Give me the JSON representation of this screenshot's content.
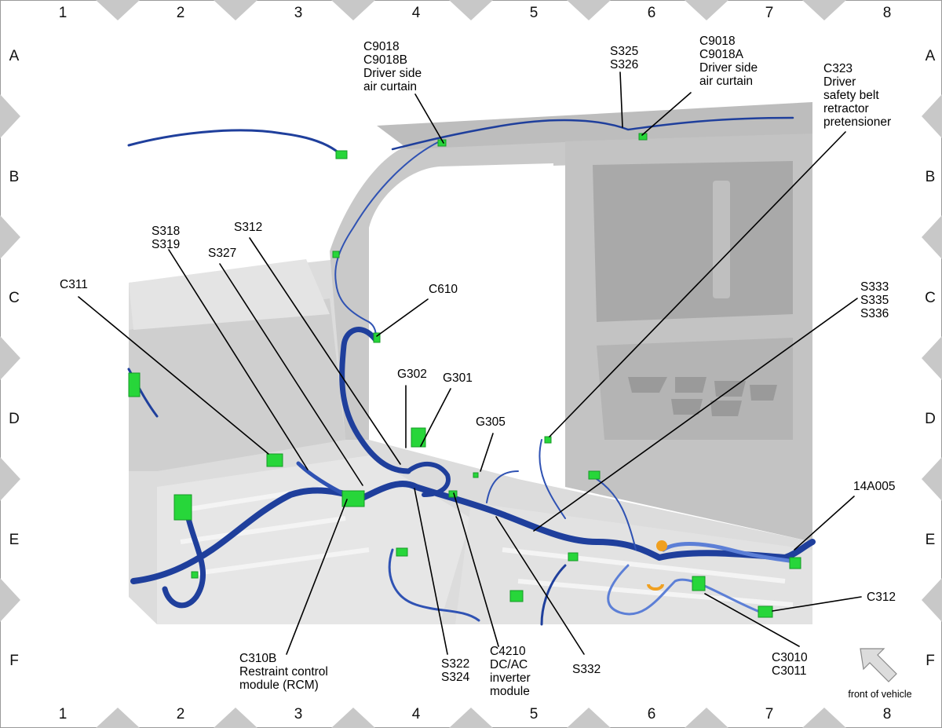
{
  "grid": {
    "columns": [
      "1",
      "2",
      "3",
      "4",
      "5",
      "6",
      "7",
      "8"
    ],
    "rows": [
      "A",
      "B",
      "C",
      "D",
      "E",
      "F"
    ]
  },
  "callouts": [
    {
      "id": "c9018b",
      "lines": [
        "C9018",
        "C9018B",
        "Driver side",
        "air curtain"
      ]
    },
    {
      "id": "s325",
      "lines": [
        "S325",
        "S326"
      ]
    },
    {
      "id": "c9018a",
      "lines": [
        "C9018",
        "C9018A",
        "Driver side",
        "air curtain"
      ]
    },
    {
      "id": "c323",
      "lines": [
        "C323",
        "Driver",
        "safety belt",
        "retractor",
        "pretensioner"
      ]
    },
    {
      "id": "s318",
      "lines": [
        "S318",
        "S319"
      ]
    },
    {
      "id": "s312",
      "lines": [
        "S312"
      ]
    },
    {
      "id": "s327",
      "lines": [
        "S327"
      ]
    },
    {
      "id": "c311",
      "lines": [
        "C311"
      ]
    },
    {
      "id": "c610",
      "lines": [
        "C610"
      ]
    },
    {
      "id": "s333",
      "lines": [
        "S333",
        "S335",
        "S336"
      ]
    },
    {
      "id": "g302",
      "lines": [
        "G302"
      ]
    },
    {
      "id": "g301",
      "lines": [
        "G301"
      ]
    },
    {
      "id": "g305",
      "lines": [
        "G305"
      ]
    },
    {
      "id": "14a005",
      "lines": [
        "14A005"
      ]
    },
    {
      "id": "c312",
      "lines": [
        "C312"
      ]
    },
    {
      "id": "c310b",
      "lines": [
        "C310B",
        "Restraint control",
        "module (RCM)"
      ]
    },
    {
      "id": "s322",
      "lines": [
        "S322",
        "S324"
      ]
    },
    {
      "id": "c4210",
      "lines": [
        "C4210",
        "DC/AC",
        "inverter",
        "module"
      ]
    },
    {
      "id": "s332",
      "lines": [
        "S332"
      ]
    },
    {
      "id": "c3010",
      "lines": [
        "C3010",
        "C3011"
      ]
    }
  ],
  "orientation": {
    "label": "front of vehicle"
  },
  "colors": {
    "harness": "#1f3f9c",
    "harness_light": "#5c7fd6",
    "connector": "#27d63a",
    "body_panel": "#d6d6d6",
    "border_diamond": "#c8c8c8",
    "accent_orange": "#f0a020"
  }
}
